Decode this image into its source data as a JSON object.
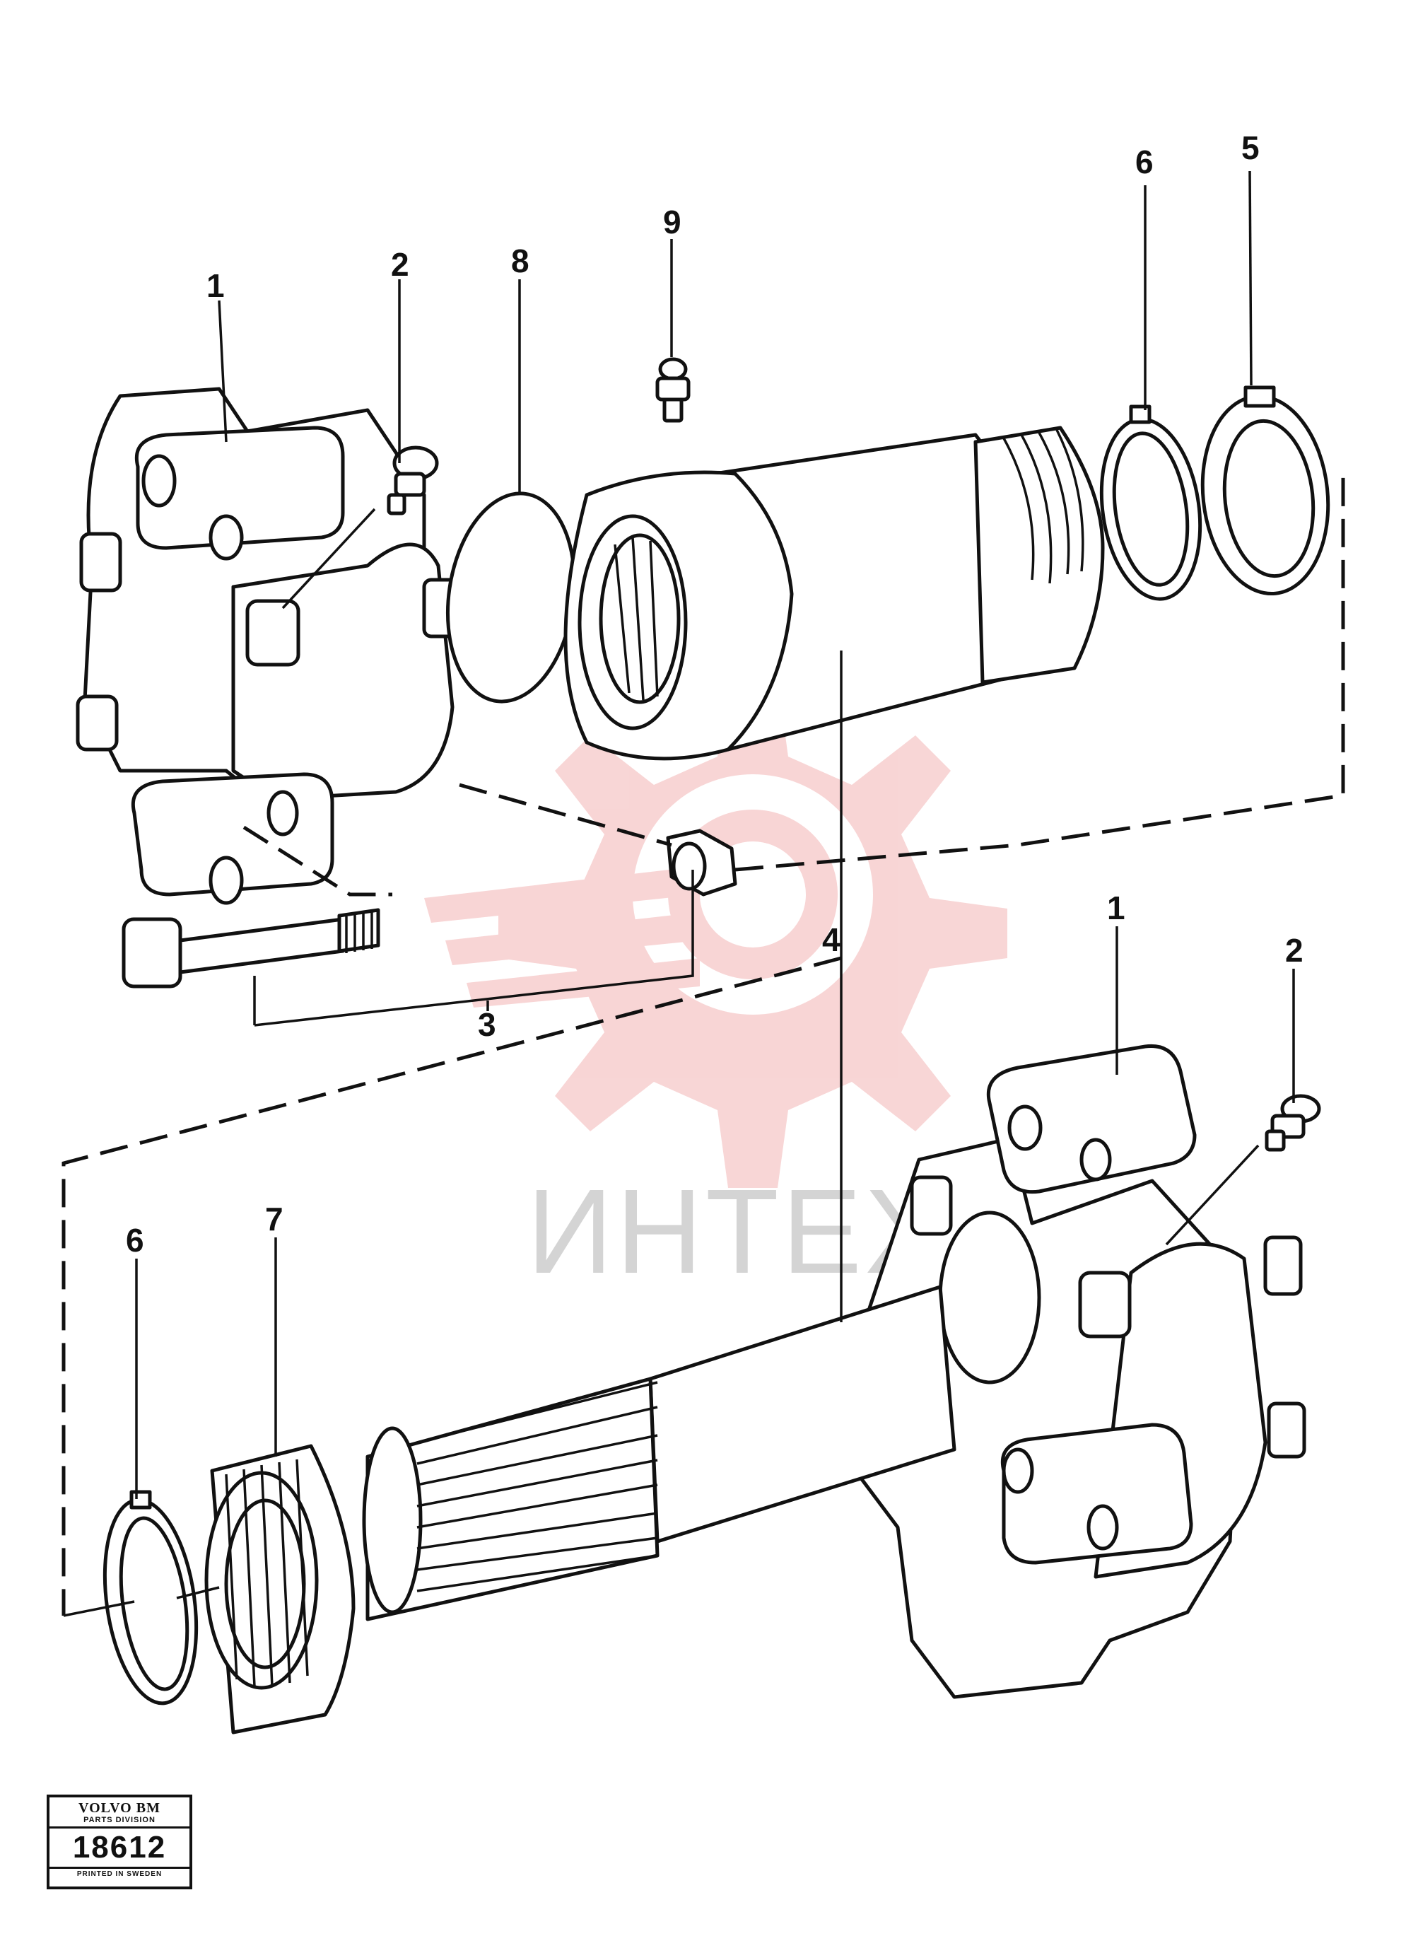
{
  "watermark": {
    "text": "ИНТЕХ",
    "color": "#f3b4b4"
  },
  "callouts": {
    "c1_top": "1",
    "c2_top": "2",
    "c8": "8",
    "c9": "9",
    "c6_top": "6",
    "c5": "5",
    "c3": "3",
    "c4": "4",
    "c1_bottom": "1",
    "c2_bottom": "2",
    "c6_bottom": "6",
    "c7": "7"
  },
  "badge": {
    "brand": "VOLVO BM",
    "division": "PARTS DIVISION",
    "number": "18612",
    "printed": "PRINTED IN SWEDEN"
  }
}
